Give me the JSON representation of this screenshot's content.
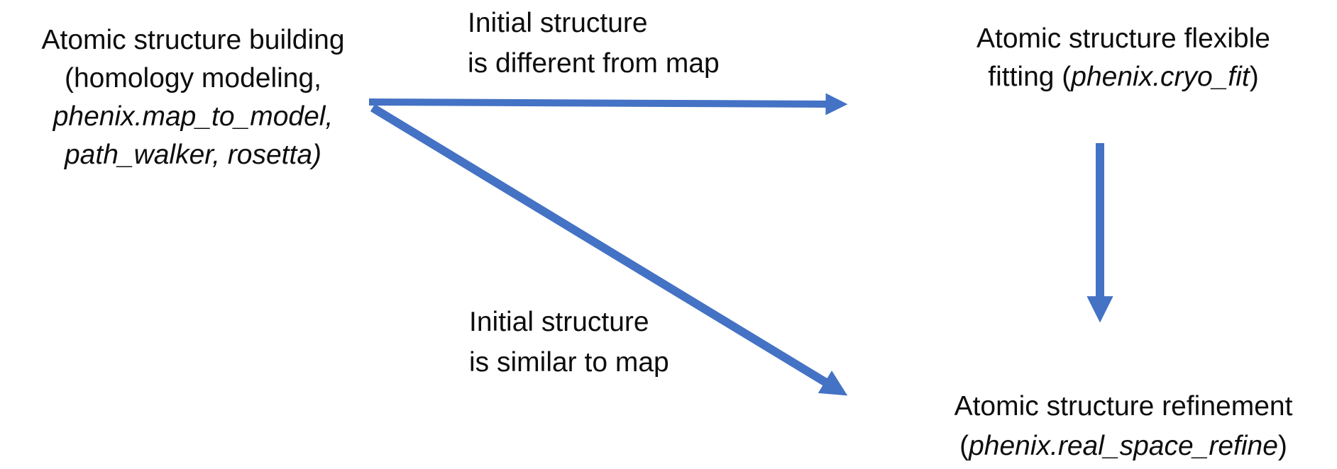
{
  "diagram": {
    "nodes": {
      "building": {
        "line1": "Atomic structure building",
        "line2": "(homology modeling,",
        "line3": "phenix.map_to_model,",
        "line4": "path_walker, rosetta)"
      },
      "flexible_fitting": {
        "line1": "Atomic structure flexible",
        "line2_prefix": "fitting (",
        "line2_program": "phenix.cryo_fit",
        "line2_suffix": ")"
      },
      "refinement": {
        "line1": "Atomic structure refinement",
        "line2_prefix": "(",
        "line2_program": "phenix.real_space_refine",
        "line2_suffix": ")"
      }
    },
    "edge_labels": {
      "different": {
        "line1": "Initial structure",
        "line2": "is different from map"
      },
      "similar": {
        "line1": "Initial structure",
        "line2": "is similar to map"
      }
    },
    "colors": {
      "arrow": "#4472C4",
      "text": "#0d0d0d",
      "background": "#ffffff"
    }
  }
}
